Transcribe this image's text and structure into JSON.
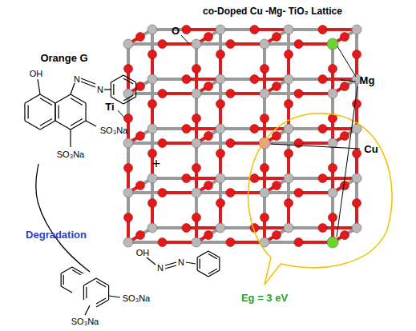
{
  "diagram": {
    "title": "co-Doped Cu -Mg- TiO₂ Lattice",
    "labels": [
      "Orange G",
      "+",
      "O",
      "Ti",
      "Mg",
      "Cu",
      "Eg = 3 eV",
      "Degradation",
      "OH",
      "N",
      "N",
      "SO₃Na",
      "SO₃Na",
      "OH",
      "N",
      "N",
      "SO₃Na",
      "SO₃Na"
    ]
  }
}
